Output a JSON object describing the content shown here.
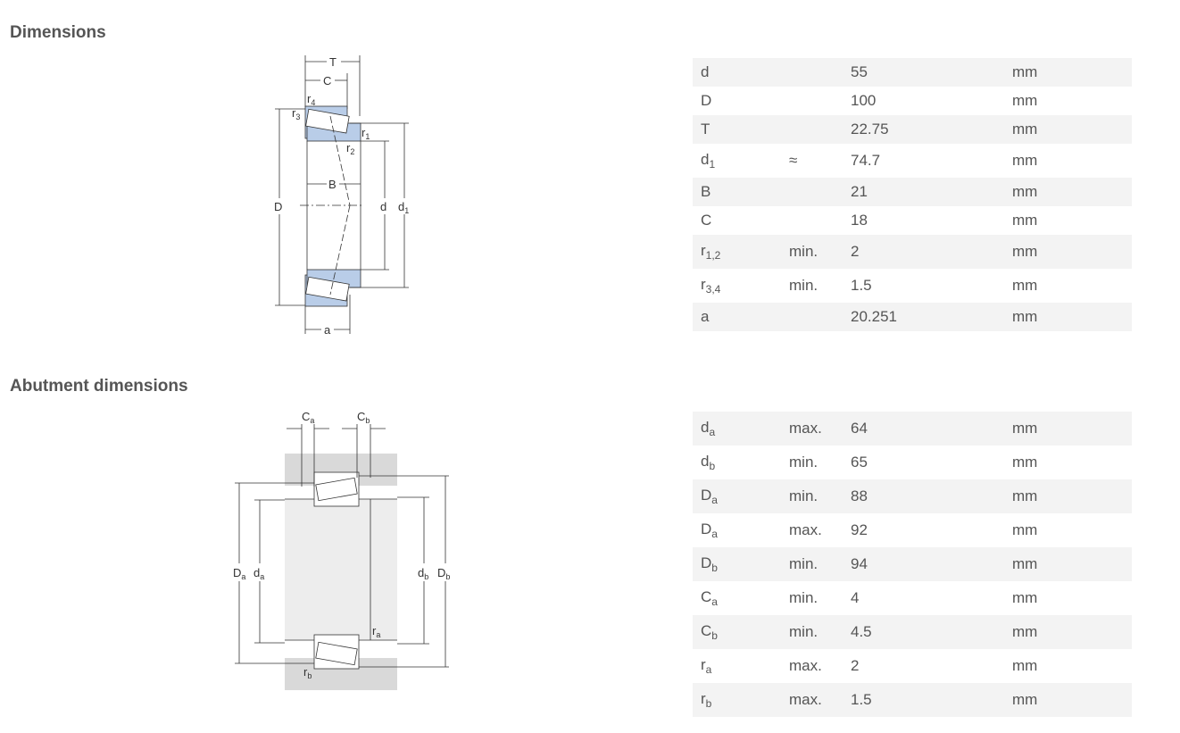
{
  "dimensions": {
    "heading": "Dimensions",
    "diagram_labels": {
      "T": "T",
      "C": "C",
      "r4": "r",
      "r4_sub": "4",
      "r3": "r",
      "r3_sub": "3",
      "r1": "r",
      "r1_sub": "1",
      "r2": "r",
      "r2_sub": "2",
      "B": "B",
      "D": "D",
      "d": "d",
      "d1": "d",
      "d1_sub": "1",
      "a": "a"
    },
    "rows": [
      {
        "sym": "d",
        "sub": "",
        "qual": "",
        "value": "55",
        "unit": "mm"
      },
      {
        "sym": "D",
        "sub": "",
        "qual": "",
        "value": "100",
        "unit": "mm"
      },
      {
        "sym": "T",
        "sub": "",
        "qual": "",
        "value": "22.75",
        "unit": "mm"
      },
      {
        "sym": "d",
        "sub": "1",
        "qual": "≈",
        "value": "74.7",
        "unit": "mm"
      },
      {
        "sym": "B",
        "sub": "",
        "qual": "",
        "value": "21",
        "unit": "mm"
      },
      {
        "sym": "C",
        "sub": "",
        "qual": "",
        "value": "18",
        "unit": "mm"
      },
      {
        "sym": "r",
        "sub": "1,2",
        "qual": "min.",
        "value": "2",
        "unit": "mm"
      },
      {
        "sym": "r",
        "sub": "3,4",
        "qual": "min.",
        "value": "1.5",
        "unit": "mm"
      },
      {
        "sym": "a",
        "sub": "",
        "qual": "",
        "value": "20.251",
        "unit": "mm"
      }
    ]
  },
  "abutment": {
    "heading": "Abutment dimensions",
    "diagram_labels": {
      "Ca": "C",
      "Ca_sub": "a",
      "Cb": "C",
      "Cb_sub": "b",
      "Da": "D",
      "Da_sub": "a",
      "da": "d",
      "da_sub": "a",
      "db": "d",
      "db_sub": "b",
      "Db": "D",
      "Db_sub": "b",
      "ra": "r",
      "ra_sub": "a",
      "rb": "r",
      "rb_sub": "b"
    },
    "rows": [
      {
        "sym": "d",
        "sub": "a",
        "qual": "max.",
        "value": "64",
        "unit": "mm"
      },
      {
        "sym": "d",
        "sub": "b",
        "qual": "min.",
        "value": "65",
        "unit": "mm"
      },
      {
        "sym": "D",
        "sub": "a",
        "qual": "min.",
        "value": "88",
        "unit": "mm"
      },
      {
        "sym": "D",
        "sub": "a",
        "qual": "max.",
        "value": "92",
        "unit": "mm"
      },
      {
        "sym": "D",
        "sub": "b",
        "qual": "min.",
        "value": "94",
        "unit": "mm"
      },
      {
        "sym": "C",
        "sub": "a",
        "qual": "min.",
        "value": "4",
        "unit": "mm"
      },
      {
        "sym": "C",
        "sub": "b",
        "qual": "min.",
        "value": "4.5",
        "unit": "mm"
      },
      {
        "sym": "r",
        "sub": "a",
        "qual": "max.",
        "value": "2",
        "unit": "mm"
      },
      {
        "sym": "r",
        "sub": "b",
        "qual": "max.",
        "value": "1.5",
        "unit": "mm"
      }
    ]
  },
  "colors": {
    "race_fill": "#b9cde8",
    "housing_fill": "#d9d9d9",
    "row_stripe": "#f3f3f3",
    "text": "#555555"
  }
}
